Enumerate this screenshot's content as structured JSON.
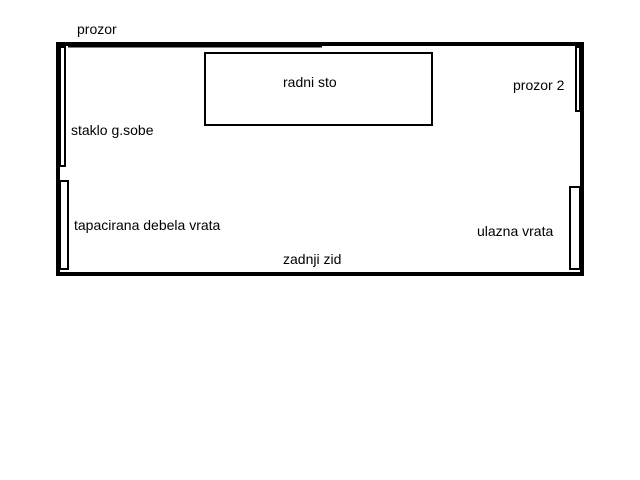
{
  "floor_plan": {
    "labels": {
      "window": "prozor",
      "desk": "radni sto",
      "window_2": "prozor 2",
      "living_room_glass": "staklo g.sobe",
      "padded_thick_door": "tapacirana debela vrata",
      "entrance_door": "ulazna vrata",
      "back_wall": "zadnji zid"
    },
    "colors": {
      "line": "#000000",
      "background": "#ffffff"
    }
  }
}
